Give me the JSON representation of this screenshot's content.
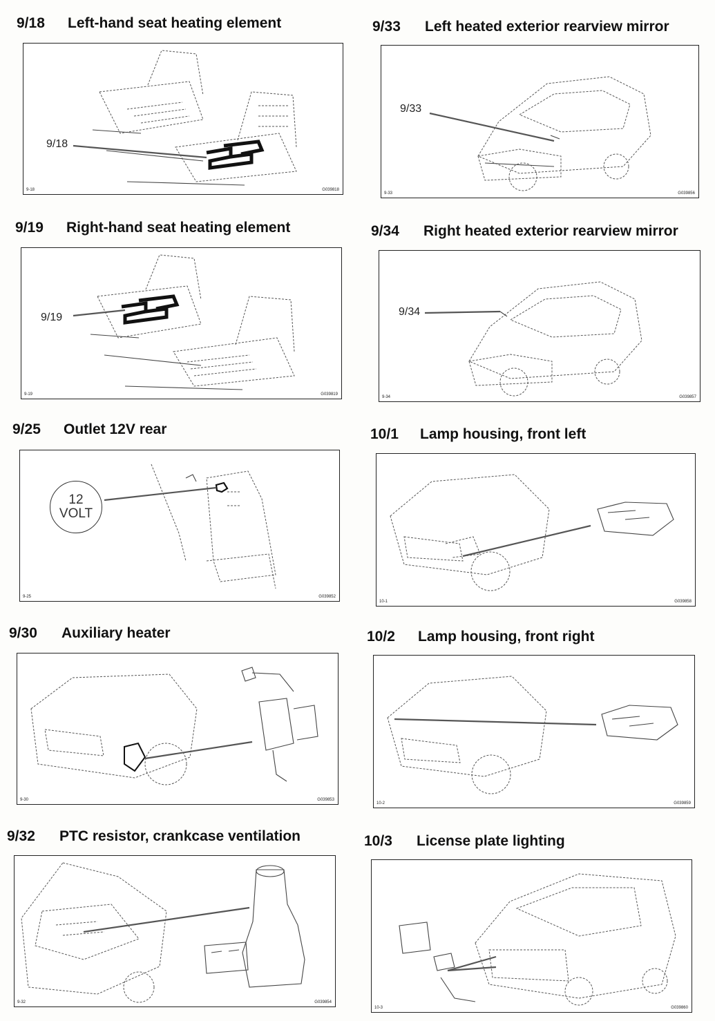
{
  "panels": [
    {
      "code": "9/18",
      "title": "Left-hand seat heating element",
      "callout": "9/18",
      "fig_left": "9-18",
      "fig_right": "G039818"
    },
    {
      "code": "9/33",
      "title": "Left heated exterior rearview mirror",
      "callout": "9/33",
      "fig_left": "9-33",
      "fig_right": "G039856"
    },
    {
      "code": "9/19",
      "title": "Right-hand seat heating element",
      "callout": "9/19",
      "fig_left": "9-19",
      "fig_right": "G039819"
    },
    {
      "code": "9/34",
      "title": "Right heated exterior rearview mirror",
      "callout": "9/34",
      "fig_left": "9-34",
      "fig_right": "G039857"
    },
    {
      "code": "9/25",
      "title": "Outlet 12V rear",
      "callout_line1": "12",
      "callout_line2": "VOLT",
      "fig_left": "9-25",
      "fig_right": "G039852"
    },
    {
      "code": "10/1",
      "title": "Lamp housing, front left",
      "fig_left": "10-1",
      "fig_right": "G039858"
    },
    {
      "code": "9/30",
      "title": "Auxiliary heater",
      "fig_left": "9-30",
      "fig_right": "G039853"
    },
    {
      "code": "10/2",
      "title": "Lamp housing, front right",
      "fig_left": "10-2",
      "fig_right": "G039859"
    },
    {
      "code": "9/32",
      "title": "PTC resistor, crankcase ventilation",
      "fig_left": "9-32",
      "fig_right": "G039854"
    },
    {
      "code": "10/3",
      "title": "License plate lighting",
      "fig_left": "10-3",
      "fig_right": "G039860"
    }
  ]
}
